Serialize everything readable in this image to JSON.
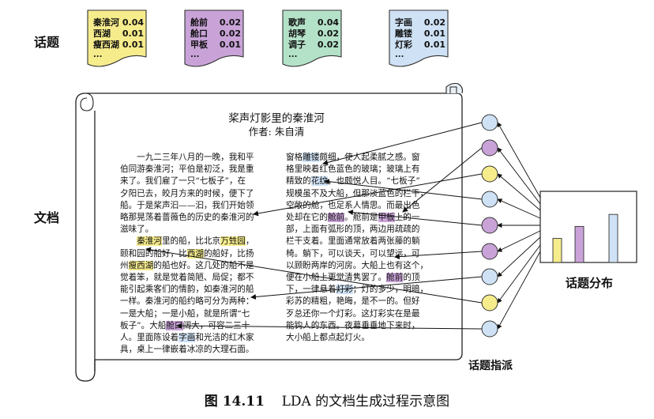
{
  "labels": {
    "topics": "话题",
    "document": "文档",
    "topic_distribution": "话题分布",
    "topic_assignment": "话题指派"
  },
  "colors": {
    "yellow": "#f6ec8c",
    "purple": "#c9a3d8",
    "green": "#b4e2c8",
    "blue": "#cfe2f5"
  },
  "topics": [
    {
      "color": "#f6ec8c",
      "words": [
        {
          "w": "秦淮河",
          "p": "0.04"
        },
        {
          "w": "西湖",
          "p": "0.01"
        },
        {
          "w": "瘦西湖",
          "p": "0.01"
        }
      ],
      "more": "..."
    },
    {
      "color": "#c9a3d8",
      "words": [
        {
          "w": "舱前",
          "p": "0.02"
        },
        {
          "w": "舱口",
          "p": "0.02"
        },
        {
          "w": "甲板",
          "p": "0.01"
        }
      ],
      "more": "..."
    },
    {
      "color": "#b4e2c8",
      "words": [
        {
          "w": "歌声",
          "p": "0.04"
        },
        {
          "w": "胡琴",
          "p": "0.02"
        },
        {
          "w": "调子",
          "p": "0.02"
        }
      ],
      "more": "..."
    },
    {
      "color": "#cfe2f5",
      "words": [
        {
          "w": "字画",
          "p": "0.02"
        },
        {
          "w": "雕镂",
          "p": "0.01"
        },
        {
          "w": "灯彩",
          "p": "0.01"
        }
      ],
      "more": "..."
    }
  ],
  "document": {
    "title": "桨声灯影里的秦淮河",
    "author": "作者: 朱自清",
    "left_column": [
      [
        {
          "t": "　　一九二三年八月的一晚，我和平"
        }
      ],
      [
        {
          "t": "伯同游秦淮河；平伯是初泛，我是重"
        }
      ],
      [
        {
          "t": "来了。我们雇了一只“七板子”，在"
        }
      ],
      [
        {
          "t": "夕阳已去，皎月方来的时候，便下了"
        }
      ],
      [
        {
          "t": "船。于是桨声汩——汩，我们开始领"
        }
      ],
      [
        {
          "t": "略那晃荡着蔷薇色的历史的秦淮河的"
        }
      ],
      [
        {
          "t": "滋味了。"
        }
      ],
      [
        {
          "t": "　　"
        },
        {
          "t": "秦淮河",
          "h": "y"
        },
        {
          "t": "里的船，比北京"
        },
        {
          "t": "万甡园",
          "h": "y"
        },
        {
          "t": "，"
        }
      ],
      [
        {
          "t": "颐和园的船好，比"
        },
        {
          "t": "西湖",
          "h": "y"
        },
        {
          "t": "的船好，比扬"
        }
      ],
      [
        {
          "t": "州"
        },
        {
          "t": "瘦西湖",
          "h": "y"
        },
        {
          "t": "的船也好。这几处的船不是"
        }
      ],
      [
        {
          "t": "觉着笨，就是觉着简陋、局促；都不"
        }
      ],
      [
        {
          "t": "能引起乘客们的情韵，如秦淮河的船"
        }
      ],
      [
        {
          "t": "一样。秦淮河的船约略可分为两种："
        }
      ],
      [
        {
          "t": "一是大船；一是小船，就是所谓“七"
        }
      ],
      [
        {
          "t": "板子”。大船"
        },
        {
          "t": "舱口",
          "h": "p"
        },
        {
          "t": "阔大，可容二三十"
        }
      ],
      [
        {
          "t": "人。里面陈设着"
        },
        {
          "t": "字画",
          "h": "b"
        },
        {
          "t": "和光洁的红木家"
        }
      ],
      [
        {
          "t": "具，桌上一律嵌着冰凉的大理石面。"
        }
      ]
    ],
    "right_column": [
      [
        {
          "t": "窗格"
        },
        {
          "t": "雕镂",
          "h": "b"
        },
        {
          "t": "颇细，使人起柔腻之感。窗"
        }
      ],
      [
        {
          "t": "格里映着红色蓝色的玻璃；玻璃上有"
        }
      ],
      [
        {
          "t": "精致的"
        },
        {
          "t": "花纹",
          "h": "b"
        },
        {
          "t": "，也颇悦人目。“七板子”"
        }
      ],
      [
        {
          "t": "规模虽不及大船，但那淡蓝色的栏干，"
        }
      ],
      [
        {
          "t": "空敞的舱，也足系人情思。而最出色"
        }
      ],
      [
        {
          "t": "处却在它的"
        },
        {
          "t": "舱前",
          "h": "p"
        },
        {
          "t": "。舱前是"
        },
        {
          "t": "甲板",
          "h": "p"
        },
        {
          "t": "上的一"
        }
      ],
      [
        {
          "t": "部，上面有弧形的顶，两边用疏疏的"
        }
      ],
      [
        {
          "t": "栏干支着。里面通常放着两张藤的躺"
        }
      ],
      [
        {
          "t": "椅。躺下，可以谈天，可以望远，可"
        }
      ],
      [
        {
          "t": "以顾盼两岸的河房。大船上也有这个，"
        }
      ],
      [
        {
          "t": "便在小船上更觉清隽罢了。"
        },
        {
          "t": "舱前",
          "h": "p"
        },
        {
          "t": "的顶"
        }
      ],
      [
        {
          "t": "下，一律悬着"
        },
        {
          "t": "灯彩",
          "h": "b"
        },
        {
          "t": "；灯的多少，明暗，"
        }
      ],
      [
        {
          "t": "彩苏的精粗，艳晦，是不一的。但好"
        }
      ],
      [
        {
          "t": "歹总还你一个灯彩。这灯彩实在是最"
        }
      ],
      [
        {
          "t": "能钩人的东西。夜幕垂垂地下来时，"
        }
      ],
      [
        {
          "t": "大小船上都点起灯火。"
        }
      ]
    ]
  },
  "assignments": [
    "blue",
    "purple",
    "yellow",
    "blue",
    "purple",
    "purple",
    "blue",
    "yellow",
    "blue"
  ],
  "distribution": {
    "yellow": 0.4,
    "purple": 0.6,
    "blue": 0.8
  },
  "caption": {
    "fig": "图 14.11",
    "text": "LDA 的文档生成过程示意图"
  }
}
